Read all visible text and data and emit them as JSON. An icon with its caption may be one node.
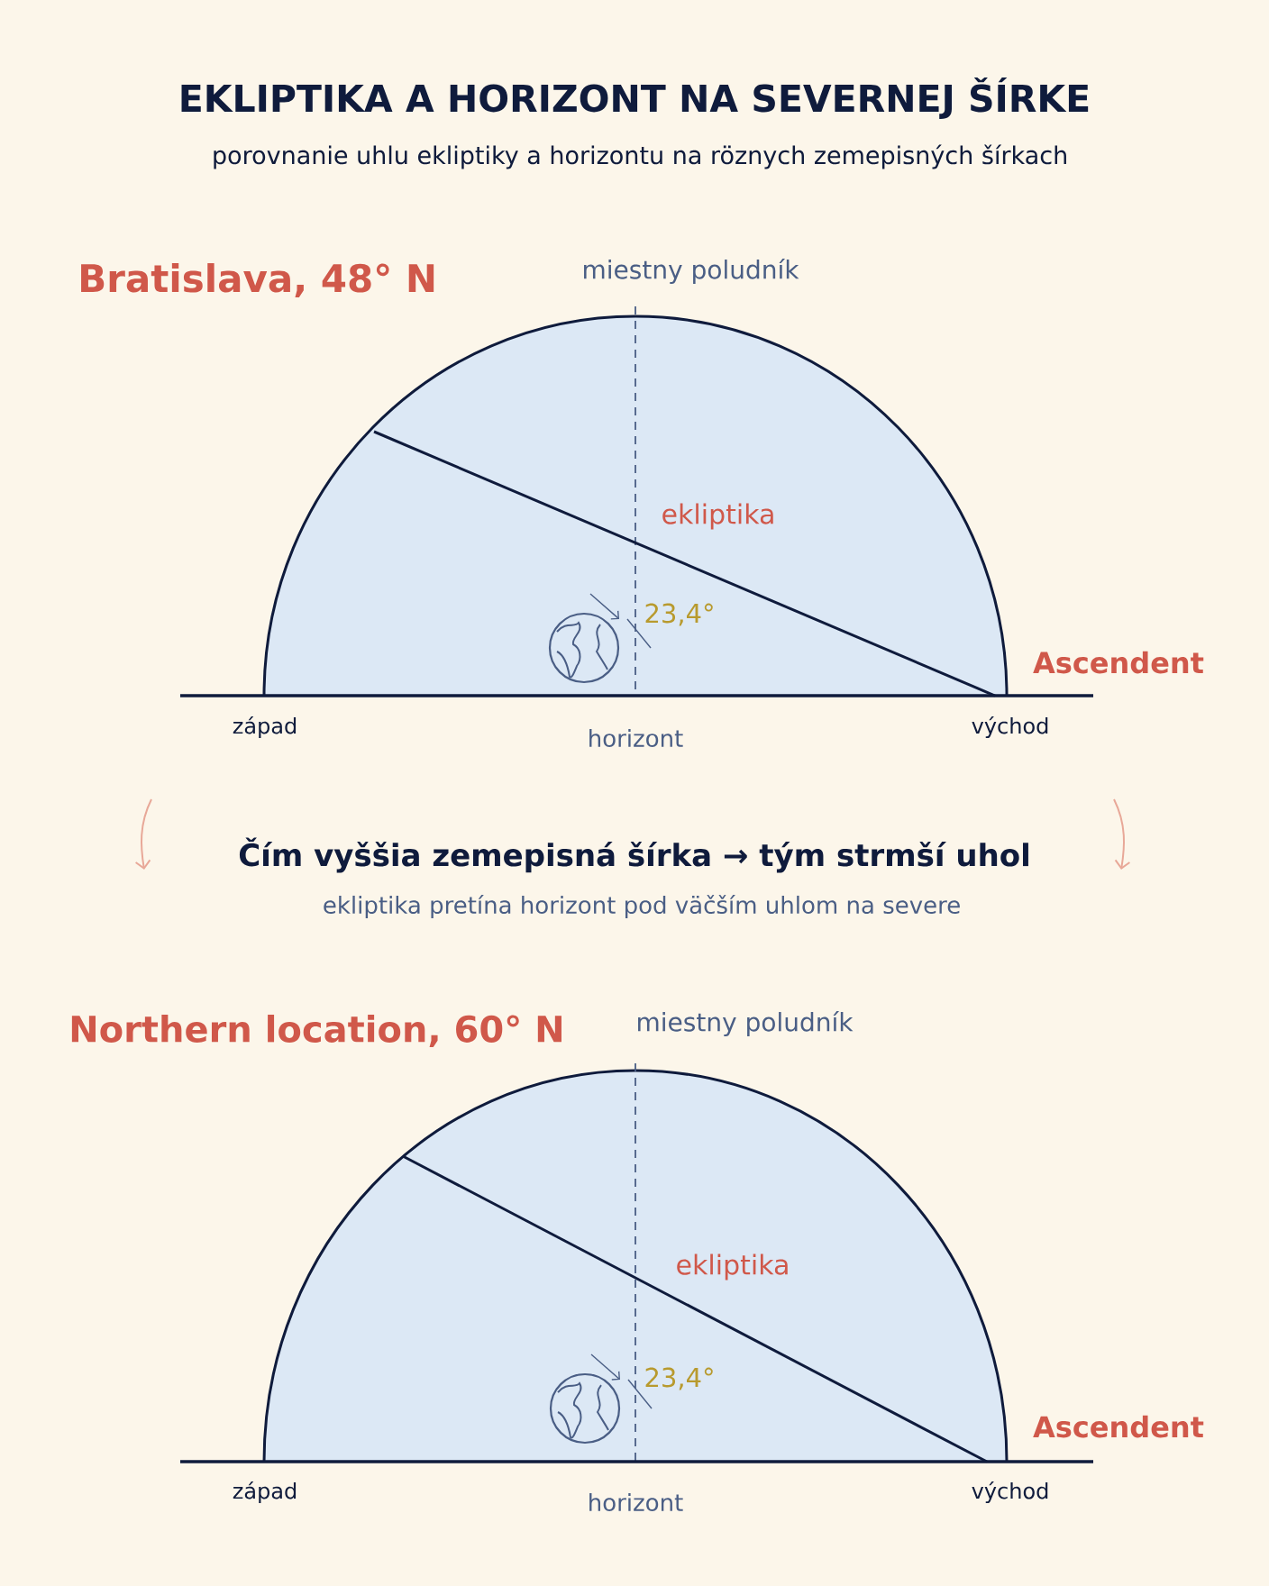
{
  "diagram": {
    "title": "EKLIPTIKA A HORIZONT NA SEVERNEJ ŠÍRKE",
    "labels": [
      "porovnanie uhlu ekliptiky a horizontu na röznych zemepisných šírkach",
      "Bratislava, 48° N",
      "miestny poludník",
      "ekliptika",
      "23,4°",
      "Ascendent",
      "západ",
      "horizont",
      "východ",
      "Čím vyššia zemepisná šírka → tým strmší uhol",
      "ekliptika pretína horizont pod väčším uhlom na severe",
      "Northern location, 60° N",
      "miestny poludník",
      "ekliptika",
      "23,4°",
      "Ascendent",
      "západ",
      "horizont",
      "východ"
    ]
  }
}
